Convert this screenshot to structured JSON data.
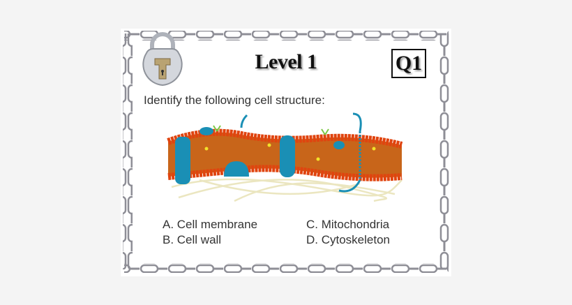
{
  "header": {
    "level_title": "Level 1",
    "question_badge": "Q1"
  },
  "question": {
    "prompt": "Identify the following cell structure:",
    "image_subject": "cell membrane diagram (phospholipid bilayer with proteins)"
  },
  "options": [
    {
      "letter": "A",
      "label": "A. Cell membrane"
    },
    {
      "letter": "B",
      "label": "B. Cell wall"
    },
    {
      "letter": "C",
      "label": "C. Mitochondria"
    },
    {
      "letter": "D",
      "label": "D. Cytoskeleton"
    }
  ],
  "decor": {
    "frame": "chain-border",
    "icon": "padlock-icon"
  },
  "colors": {
    "background": "#f4f4f4",
    "card": "#ffffff",
    "chain": "#9a9aa2",
    "membrane_heads": "#e0440f",
    "membrane_tails": "#c8651a",
    "proteins": "#1a8fb5",
    "filaments": "#ede8c4"
  }
}
